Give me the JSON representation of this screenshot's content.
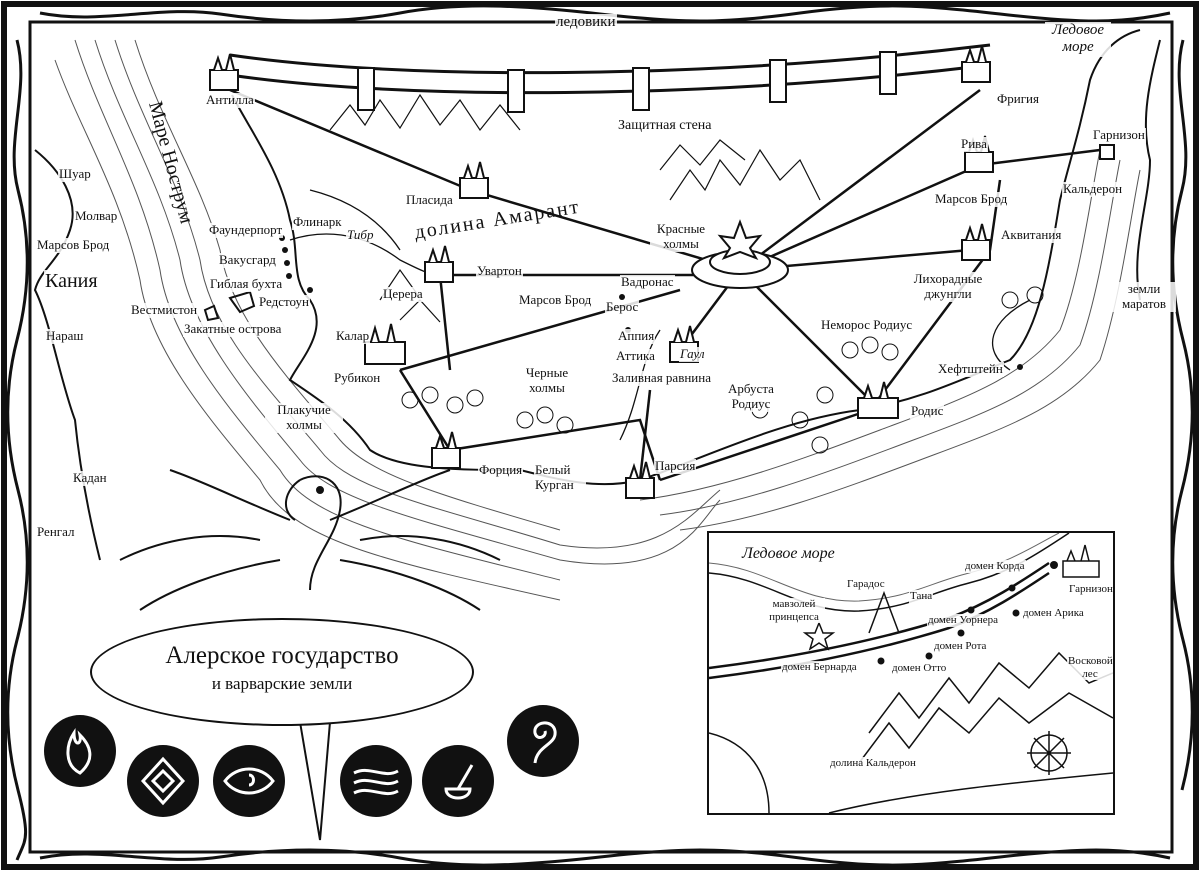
{
  "title": {
    "line1": "Алерское государство",
    "line2": "и варварские земли"
  },
  "labels": {
    "glaciers": "ледовики",
    "antillus": "Антилла",
    "mare_nostrum": "Маре Нострум",
    "shuar": "Шуар",
    "molvar": "Молвар",
    "mars_ford_west": "Марсов Брод",
    "kania": "Кания",
    "narash": "Нараш",
    "founderport": "Фаундерпорт",
    "flinark": "Флинарк",
    "tiber": "Тибр",
    "vacusgard": "Вакусгард",
    "gibla_bay": "Гиблая бухта",
    "redstone": "Редстоун",
    "westmiston": "Вестмистон",
    "sunset_isles": "Закатные острова",
    "kalar": "Калар",
    "rubicon": "Рубикон",
    "weeping_hills": "Плакучие холмы",
    "kadan": "Кадан",
    "rengal": "Ренгал",
    "placida": "Пласида",
    "amarant_valley": "долина Амарант",
    "uvarton": "Увартон",
    "cerera": "Церера",
    "mars_ford_center": "Марсов Брод",
    "beros": "Берос",
    "vadronas": "Вадронас",
    "appia": "Аппия",
    "attica": "Аттика",
    "gaul": "Гаул",
    "flood_plain": "Заливная равнина",
    "black_hills": "Черные холмы",
    "white_barrow": "Белый Курган",
    "forcia": "Форция",
    "parcia": "Парсия",
    "arbusta_rodius": "Арбуста Родиус",
    "rodis": "Родис",
    "nemoros_rodius": "Неморос Родиус",
    "heftstein": "Хефтштейн",
    "fever_jungle": "Лихорадные джунгли",
    "aquitania": "Аквитания",
    "mars_ford_east": "Марсов Брод",
    "calderon": "Кальдерон",
    "riva": "Рива",
    "garrison": "Гарнизон",
    "frigia": "Фригия",
    "ice_sea": "Ледовое море",
    "marat_lands": "земли маратов",
    "shield_wall": "Защитная стена",
    "red_hills": "Красные холмы"
  },
  "inset": {
    "ice_sea": "Ледовое море",
    "garados": "Гарадос",
    "tana": "Тана",
    "korda": "домен Корда",
    "garrison": "Гарнизон",
    "mausoleum": "мавзолей принцепса",
    "wourner": "домен Уорнера",
    "arika": "домен Арика",
    "rota": "домен Рота",
    "bernard": "домен Бернарда",
    "otto": "домен Отто",
    "wax_forest": "Восковой лес",
    "calderon_valley": "долина Кальдерон"
  },
  "colors": {
    "ink": "#111111",
    "paper": "#ffffff"
  }
}
